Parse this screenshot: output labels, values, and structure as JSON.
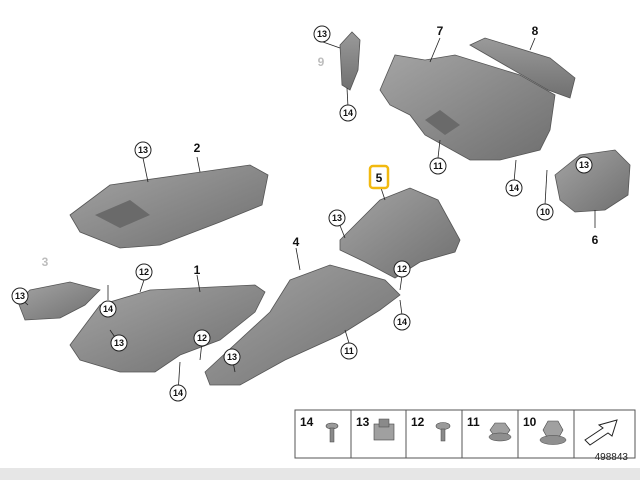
{
  "parts": {
    "p1": "1",
    "p2": "2",
    "p3": "3",
    "p4": "4",
    "p5": "5",
    "p6": "6",
    "p7": "7",
    "p8": "8",
    "p9": "9"
  },
  "callouts": {
    "c13_top": "13",
    "c14_top": "14",
    "c11_top": "11",
    "c14_right": "14",
    "c10_right": "10",
    "c13_right": "13",
    "c13_p2": "13",
    "c13_p5": "13",
    "c12_p5": "12",
    "c14_p5": "14",
    "c13_left": "13",
    "c14_left": "14",
    "c12_p1": "12",
    "c13_p1": "13",
    "c12_p1b": "12",
    "c14_p1": "14",
    "c13_p4": "13",
    "c11_p4": "11"
  },
  "legend": [
    "14",
    "13",
    "12",
    "11",
    "10"
  ],
  "colors": {
    "part_fill": "#8b8b8b",
    "part_dark": "#6e6e6e",
    "highlight": "#f2b90f",
    "ghost": "#bdbdbd"
  },
  "footer": {
    "diagram_number": "498843"
  }
}
